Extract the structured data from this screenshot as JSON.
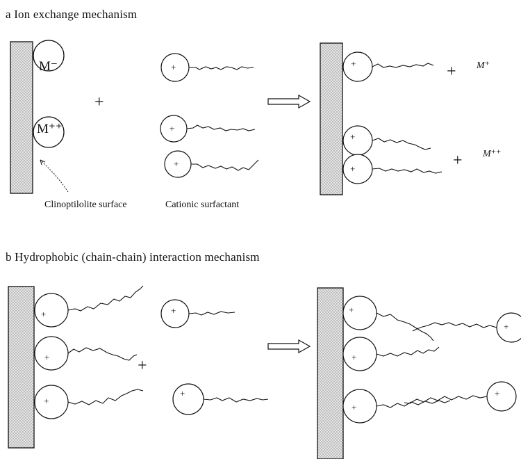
{
  "panel_a": {
    "title": "a  Ion exchange mechanism",
    "ion_monovalent": "M⁻",
    "ion_divalent": "M⁺⁺",
    "plus_sign": "+",
    "surfactant_head_charge": "+",
    "label_surface": "Clinoptilolite surface",
    "label_surfactant": "Cationic surfactant",
    "product_ion_1": "M⁺",
    "product_ion_2": "M⁺⁺"
  },
  "panel_b": {
    "title": "b  Hydrophobic (chain-chain) interaction mechanism",
    "plus_sign": "+",
    "surfactant_head_charge": "+"
  },
  "colors": {
    "ink": "#111111",
    "surface_fill": "#d2d2d2"
  }
}
